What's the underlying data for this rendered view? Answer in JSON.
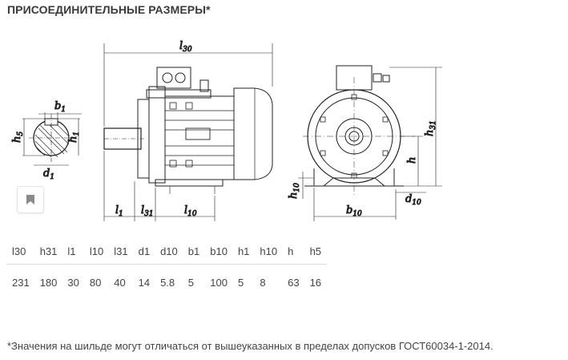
{
  "heading": "ПРИСОЕДИНИТЕЛЬНЫЕ РАЗМЕРЫ*",
  "drawing_labels": {
    "l30": {
      "main": "l",
      "sub": "30"
    },
    "h31": {
      "main": "h",
      "sub": "31"
    },
    "l1": {
      "main": "l",
      "sub": "1"
    },
    "l10": {
      "main": "l",
      "sub": "10"
    },
    "l31": {
      "main": "l",
      "sub": "31"
    },
    "d1": {
      "main": "d",
      "sub": "1"
    },
    "d10": {
      "main": "d",
      "sub": "10"
    },
    "b1": {
      "main": "b",
      "sub": "1"
    },
    "b10": {
      "main": "b",
      "sub": "10"
    },
    "h1": {
      "main": "h",
      "sub": "1"
    },
    "h10": {
      "main": "h",
      "sub": "10"
    },
    "h": {
      "main": "h",
      "sub": ""
    },
    "h5": {
      "main": "h",
      "sub": "5"
    }
  },
  "bookmark_icon": "bookmark-icon",
  "table": {
    "headers": [
      "l30",
      "h31",
      "l1",
      "l10",
      "l31",
      "d1",
      "d10",
      "b1",
      "b10",
      "h1",
      "h10",
      "h",
      "h5"
    ],
    "rows": [
      [
        "231",
        "180",
        "30",
        "80",
        "40",
        "14",
        "5.8",
        "5",
        "100",
        "5",
        "8",
        "63",
        "16"
      ]
    ]
  },
  "footnote": "*Значения на шильде могут отличаться от вышеуказанных в пределах допусков ГОСТ60034-1-2014."
}
